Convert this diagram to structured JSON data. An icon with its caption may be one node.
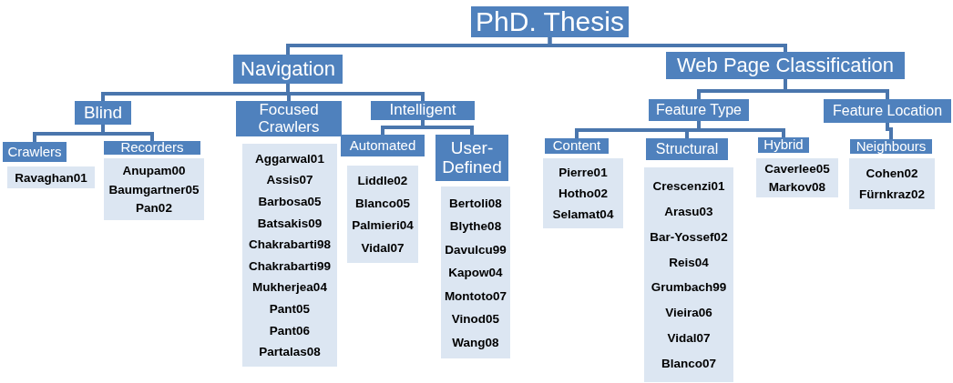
{
  "diagram": {
    "nodes": [
      {
        "text": [
          "PhD. Thesis"
        ]
      },
      {
        "text": [
          "Navigation"
        ]
      },
      {
        "text": [
          "Web Page Classification"
        ]
      },
      {
        "text": [
          "Blind"
        ]
      },
      {
        "text": [
          "Focused Crawlers"
        ]
      },
      {
        "text": [
          "Intelligent"
        ]
      },
      {
        "text": [
          "Crawlers"
        ]
      },
      {
        "text": [
          "Recorders"
        ]
      },
      {
        "text": [
          "Ravaghan01"
        ]
      },
      {
        "text": [
          "Anupam00",
          "Baumgartner05",
          "Pan02"
        ]
      },
      {
        "text": [
          "Aggarwal01",
          "Assis07",
          "Barbosa05",
          "Batsakis09",
          "Chakrabarti98",
          "Chakrabarti99",
          "Mukherjea04",
          "Pant05",
          "Pant06",
          "Partalas08"
        ]
      },
      {
        "text": [
          "Automated"
        ]
      },
      {
        "text": [
          "Liddle02",
          "Blanco05",
          "Palmieri04",
          "Vidal07"
        ]
      },
      {
        "text": [
          "User-Defined"
        ]
      },
      {
        "text": [
          "Bertoli08",
          "Blythe08",
          "Davulcu99",
          "Kapow04",
          "Montoto07",
          "Vinod05",
          "Wang08"
        ]
      },
      {
        "text": [
          "Feature Type"
        ]
      },
      {
        "text": [
          "Feature Location"
        ]
      },
      {
        "text": [
          "Content"
        ]
      },
      {
        "text": [
          "Pierre01",
          "Hotho02",
          "Selamat04"
        ]
      },
      {
        "text": [
          "Structural"
        ]
      },
      {
        "text": [
          "Crescenzi01",
          "Arasu03",
          "Bar-Yossef02",
          "Reis04",
          "Grumbach99",
          "Vieira06",
          "Vidal07",
          "Blanco07"
        ]
      },
      {
        "text": [
          "Hybrid"
        ]
      },
      {
        "text": [
          "Caverlee05",
          "Markov08"
        ]
      },
      {
        "text": [
          "Neighbours"
        ]
      },
      {
        "text": [
          "Cohen02",
          "Fürnkraz02"
        ]
      }
    ],
    "edges": [
      {
        "from": 0,
        "to": 1,
        "arrow": "none"
      },
      {
        "from": 0,
        "to": 2,
        "arrow": "none"
      },
      {
        "from": 1,
        "to": 3,
        "arrow": "none"
      },
      {
        "from": 1,
        "to": 4,
        "arrow": "none"
      },
      {
        "from": 1,
        "to": 5,
        "arrow": "none"
      },
      {
        "from": 3,
        "to": 6,
        "arrow": "none"
      },
      {
        "from": 3,
        "to": 7,
        "arrow": "none"
      },
      {
        "from": 5,
        "to": 11,
        "arrow": "none"
      },
      {
        "from": 5,
        "to": 13,
        "arrow": "none"
      },
      {
        "from": 2,
        "to": 15,
        "arrow": "none"
      },
      {
        "from": 2,
        "to": 16,
        "arrow": "none"
      },
      {
        "from": 15,
        "to": 17,
        "arrow": "none"
      },
      {
        "from": 15,
        "to": 19,
        "arrow": "none"
      },
      {
        "from": 15,
        "to": 21,
        "arrow": "none"
      },
      {
        "from": 16,
        "to": 23,
        "arrow": "none"
      }
    ]
  }
}
